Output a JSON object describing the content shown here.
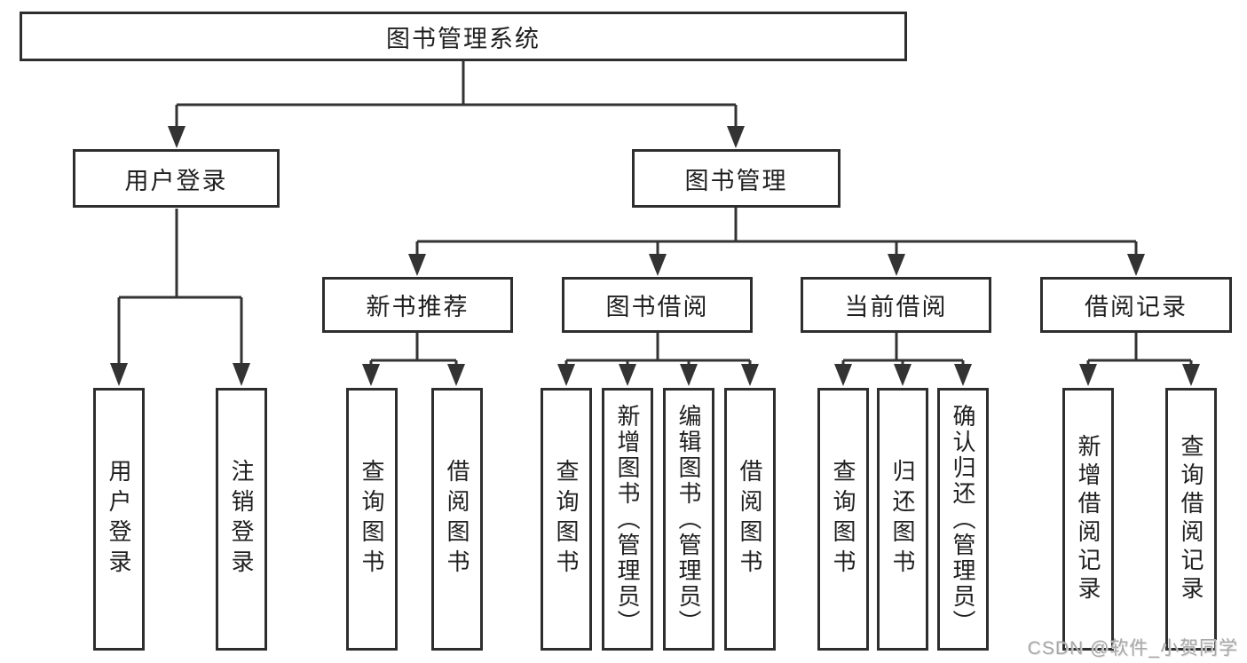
{
  "nodes": {
    "root": "图书管理系统",
    "user_login": "用户登录",
    "book_mgmt": "图书管理",
    "new_book_rec": "新书推荐",
    "book_borrow": "图书借阅",
    "current_borrow": "当前借阅",
    "borrow_record": "借阅记录",
    "leaf_user_login": "用户登录",
    "leaf_logout": "注销登录",
    "leaf_query_books_1": "查询图书",
    "leaf_borrow_books_1": "借阅图书",
    "leaf_query_books_2": "查询图书",
    "leaf_add_book": "新增图书（管理员）",
    "leaf_edit_book": "编辑图书（管理员）",
    "leaf_borrow_books_2": "借阅图书",
    "leaf_query_books_3": "查询图书",
    "leaf_return_book": "归还图书",
    "leaf_confirm_return": "确认归还（管理员）",
    "leaf_add_record": "新增借阅记录",
    "leaf_query_record": "查询借阅记录"
  },
  "watermark": "CSDN @软件_小贺同学",
  "colors": {
    "line": "#333333",
    "border": "#2e2e2e",
    "text": "#1f1f1f",
    "watermark": "#a8a8a8",
    "background": "#ffffff"
  }
}
